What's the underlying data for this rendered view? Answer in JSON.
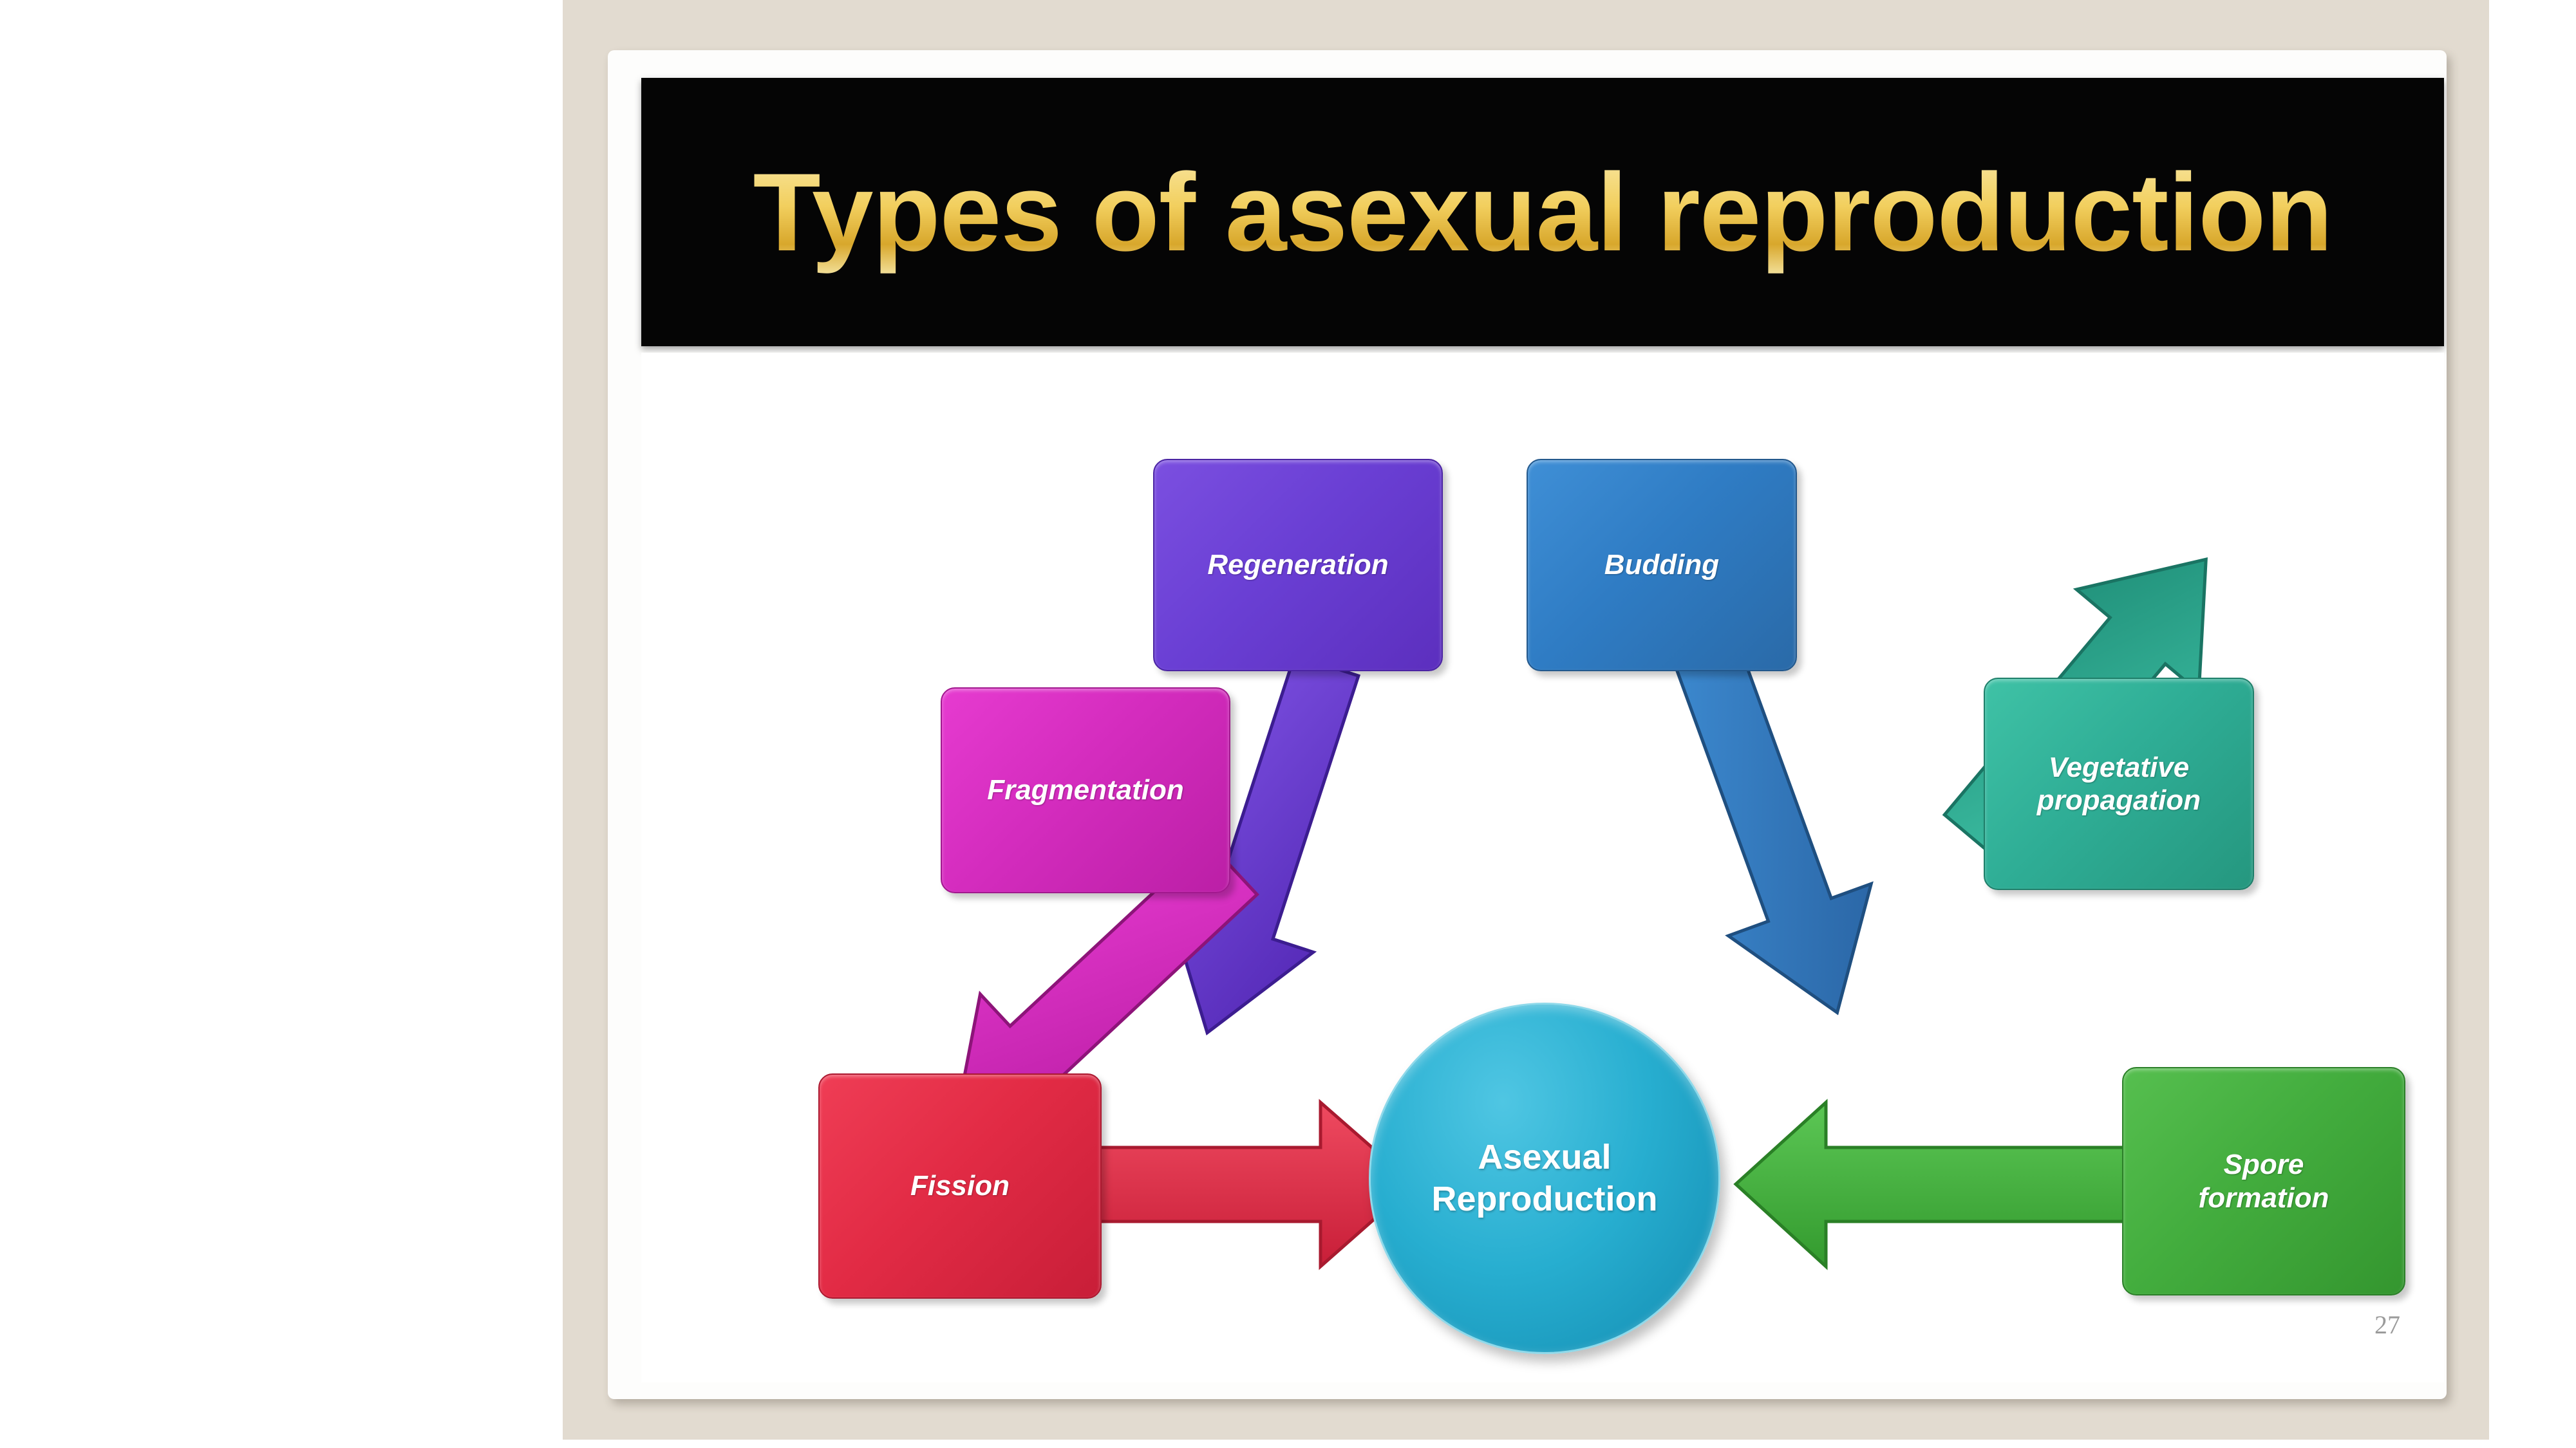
{
  "slide": {
    "title": "Types of asexual reproduction",
    "page_number": "27",
    "title_color": "#f2cf5e",
    "title_band_color": "#050505",
    "background_color": "#e2dbd0",
    "slide_color": "#fdfdfc"
  },
  "diagram": {
    "type": "hub-and-spoke",
    "center": {
      "label_line1": "Asexual",
      "label_line2": "Reproduction",
      "color": "#27aed0",
      "shape": "circle"
    },
    "nodes": [
      {
        "id": "regeneration",
        "label": "Regeneration",
        "color": "#6a3fd4",
        "arrow_direction": "down-right",
        "shape": "rounded-rect"
      },
      {
        "id": "budding",
        "label": "Budding",
        "color": "#2f7cc4",
        "arrow_direction": "down-left",
        "shape": "rounded-rect"
      },
      {
        "id": "fragmentation",
        "label": "Fragmentation",
        "color": "#d42cbe",
        "arrow_direction": "down-right",
        "shape": "rounded-rect"
      },
      {
        "id": "vegetative",
        "label_line1": "Vegetative",
        "label_line2": "propagation",
        "label": "Vegetative propagation",
        "color": "#2fae96",
        "arrow_direction": "down-left",
        "shape": "rounded-rect"
      },
      {
        "id": "fission",
        "label": "Fission",
        "color": "#e22b45",
        "arrow_direction": "right",
        "shape": "rounded-rect"
      },
      {
        "id": "spore",
        "label_line1": "Spore",
        "label_line2": "formation",
        "label": "Spore formation",
        "color": "#43ad3e",
        "arrow_direction": "left",
        "shape": "rounded-rect"
      }
    ]
  }
}
